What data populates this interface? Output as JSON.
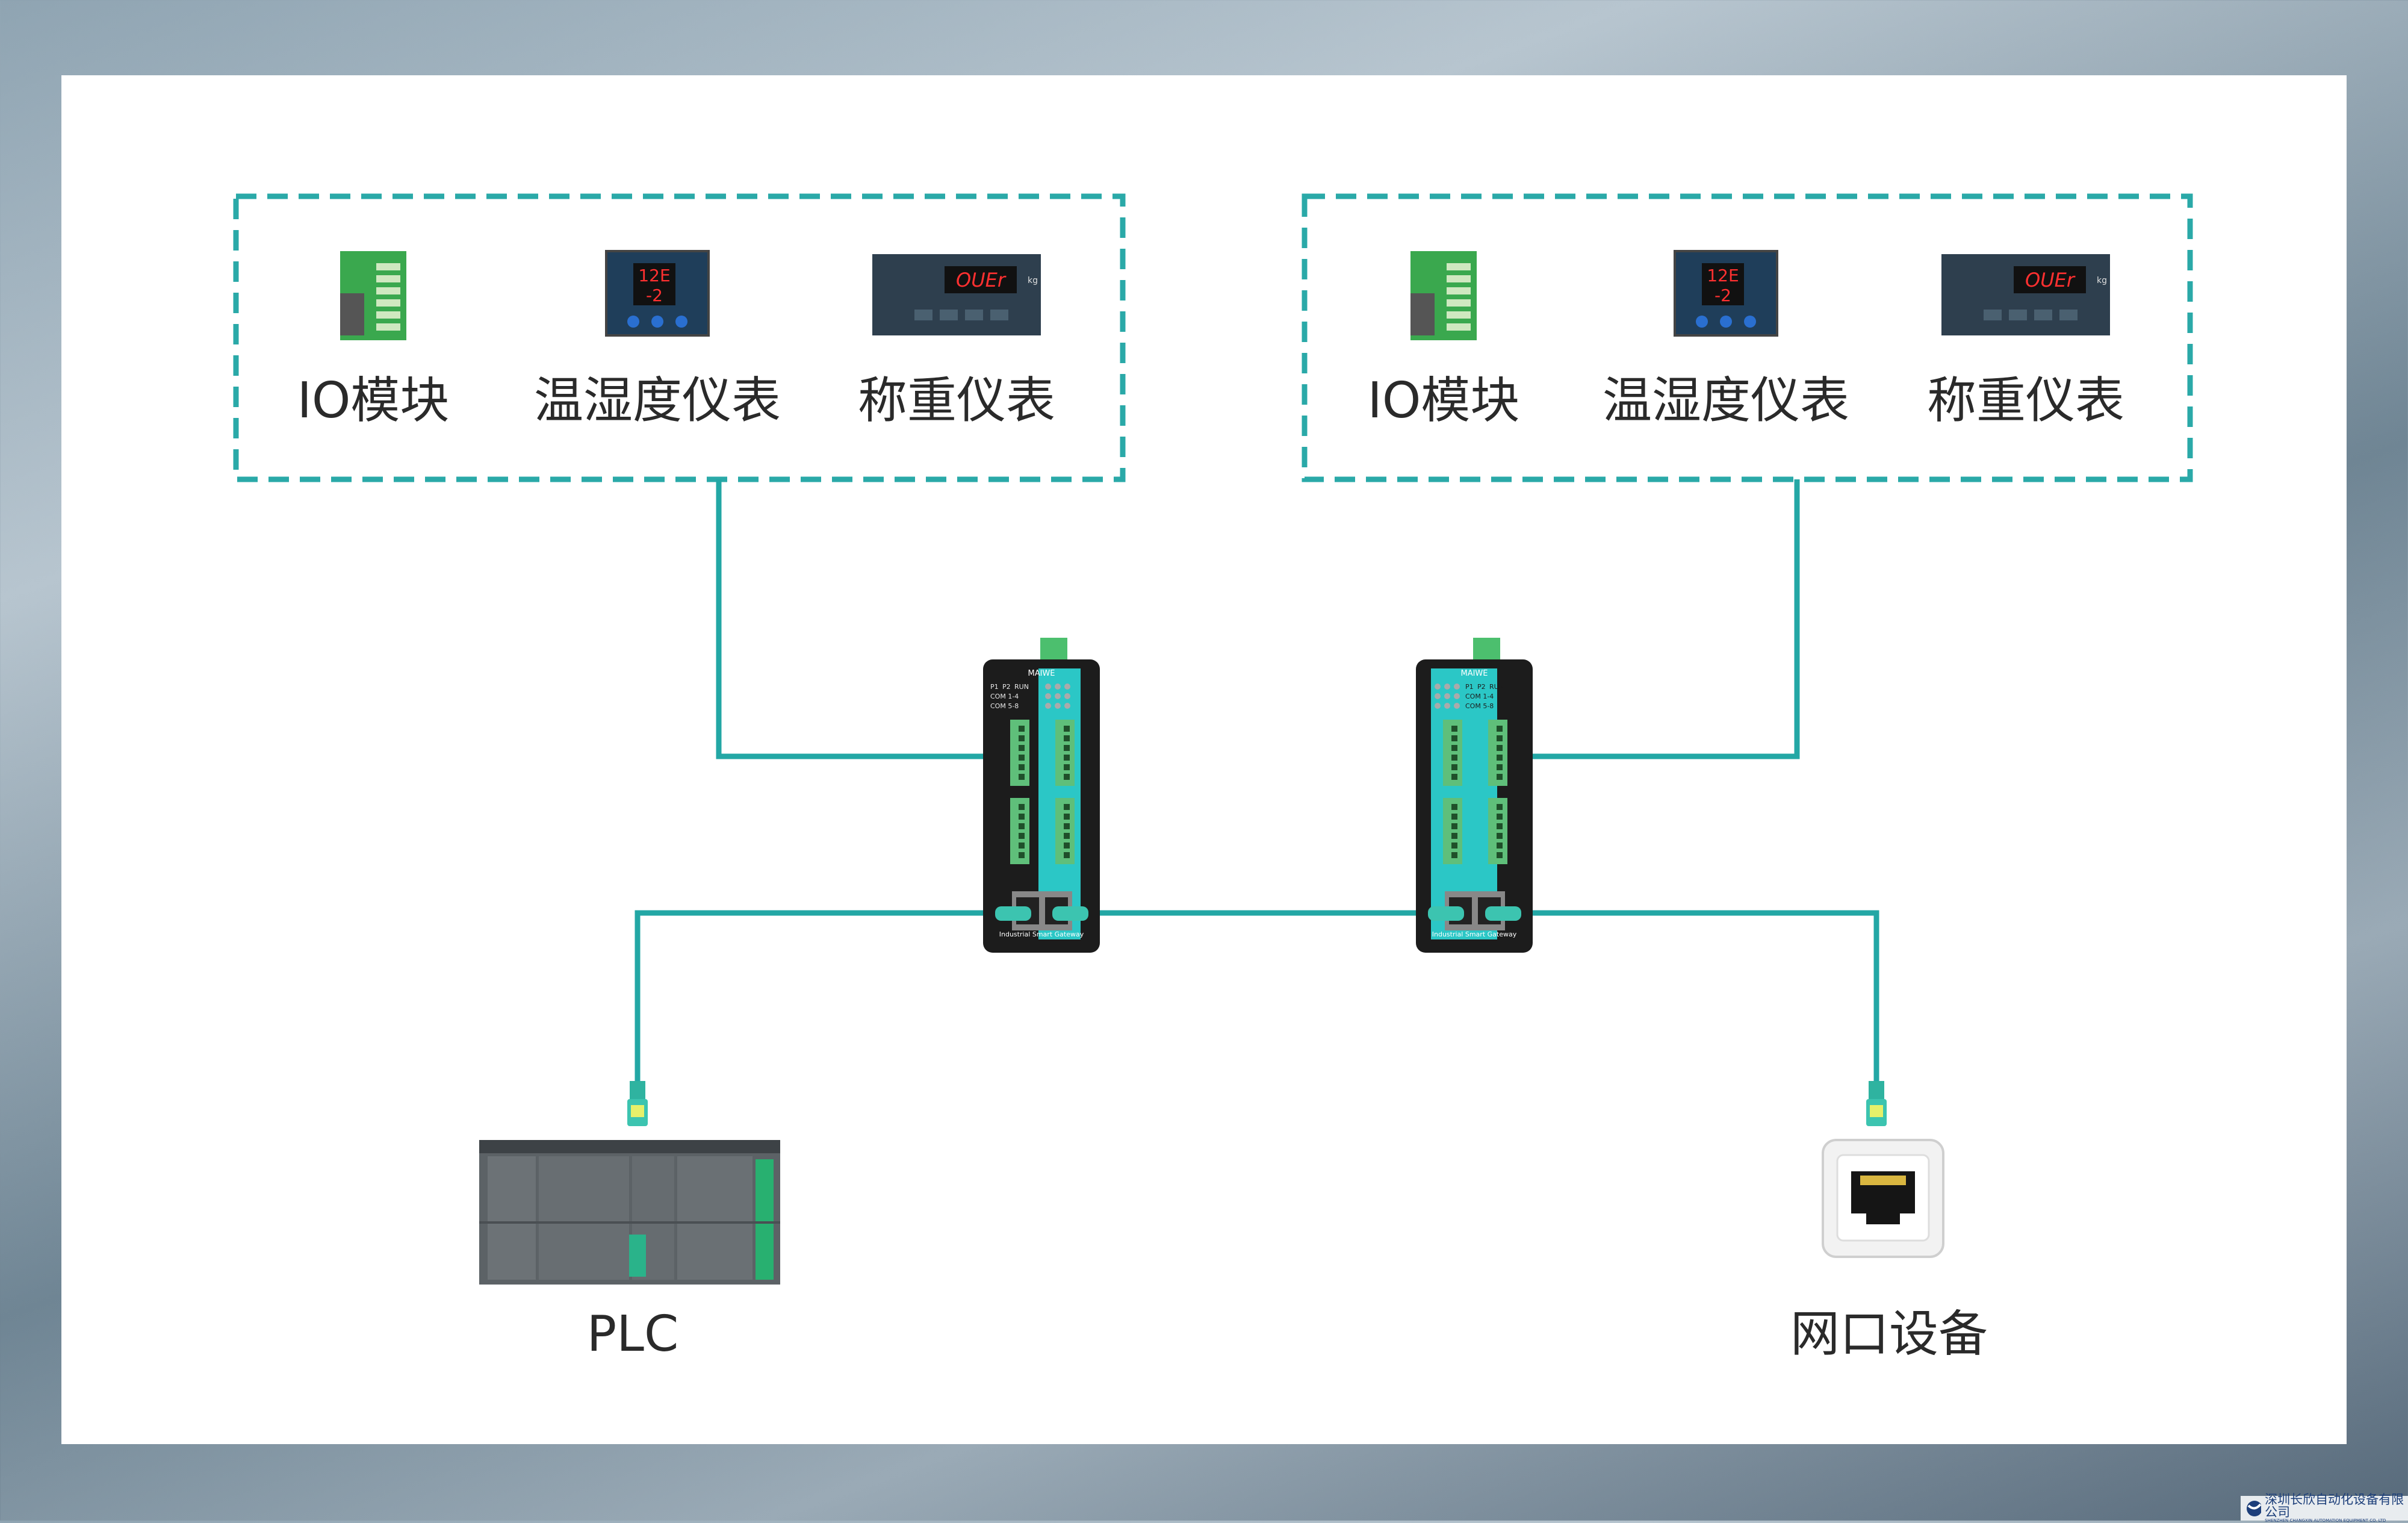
{
  "groups": [
    {
      "devices": [
        {
          "label": "IO模块",
          "icon": "io-module"
        },
        {
          "label": "温湿度仪表",
          "icon": "temp-humidity-meter"
        },
        {
          "label": "称重仪表",
          "icon": "weighing-meter"
        }
      ]
    },
    {
      "devices": [
        {
          "label": "IO模块",
          "icon": "io-module"
        },
        {
          "label": "温湿度仪表",
          "icon": "temp-humidity-meter"
        },
        {
          "label": "称重仪表",
          "icon": "weighing-meter"
        }
      ]
    }
  ],
  "gateways": [
    {
      "brand": "MAIWE",
      "caption": "Industrial Smart Gateway",
      "leds": [
        "P1",
        "P2",
        "RUN",
        "COM 1-4",
        "COM 5-8"
      ]
    },
    {
      "brand": "MAIWE",
      "caption": "Industrial Smart Gateway",
      "leds": [
        "P1",
        "P2",
        "RUN",
        "COM 1-4",
        "COM 5-8"
      ]
    }
  ],
  "endpoints": {
    "plc": "PLC",
    "ethernet_device": "网口设备"
  },
  "meter_display": {
    "temp_top": "12E",
    "temp_bottom": "-2",
    "weight": "OUEr",
    "unit": "kg"
  },
  "logo": {
    "name": "深圳长欣自动化设备有限公司",
    "name_en": "SHENZHEN CHANGXIN AUTOMATION EQUIPMENT CO. LTD"
  },
  "colors": {
    "line": "#23a7a5",
    "dashed_border": "#2aa9a8",
    "gateway_body": "#1c1c1c",
    "gateway_accent": "#2bc7c6",
    "terminal": "#5fbf7a"
  }
}
